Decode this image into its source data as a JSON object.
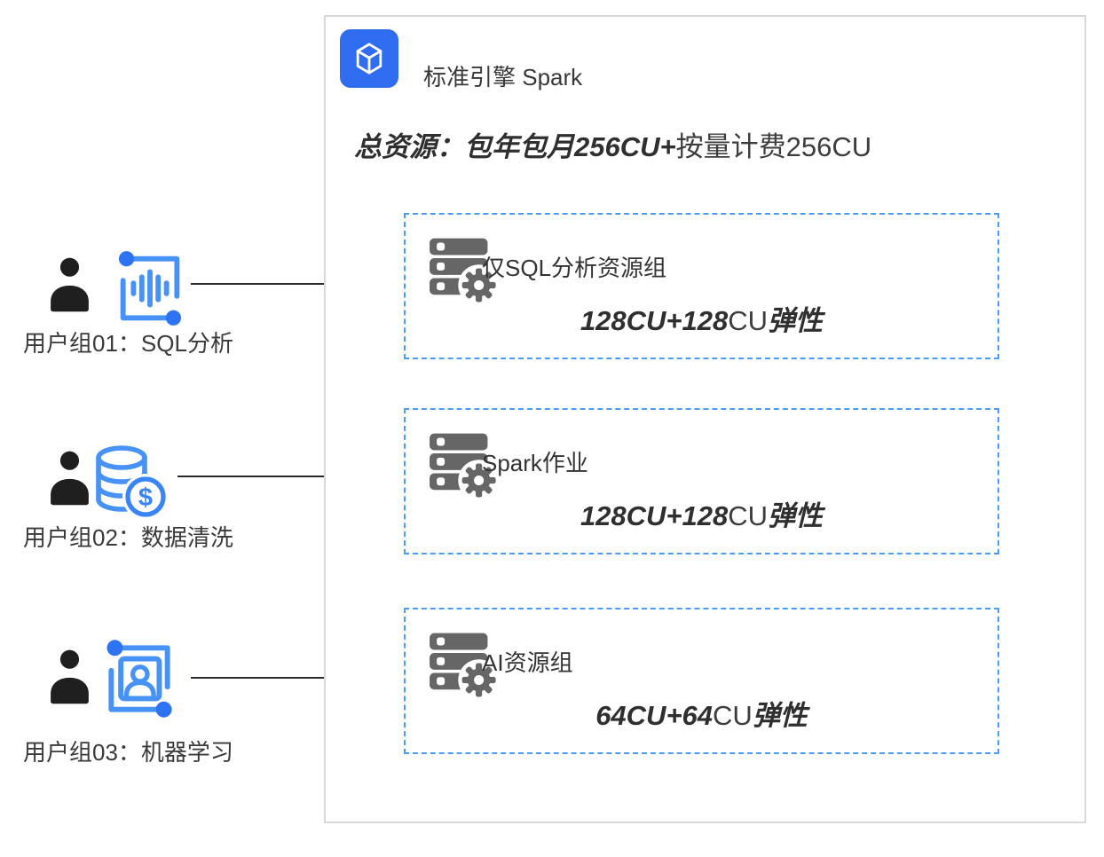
{
  "header": {
    "engine_name": "标准引擎 Spark"
  },
  "total": {
    "emphasis": "总资源：包年包月256CU+",
    "regular": "按量计费256CU"
  },
  "resource_groups": [
    {
      "name": "仅SQL分析资源组",
      "cu_em1": "128CU+128",
      "cu_plain": "CU",
      "cu_em2": "弹性"
    },
    {
      "name": "Spark作业",
      "cu_em1": "128CU+128",
      "cu_plain": "CU",
      "cu_em2": "弹性"
    },
    {
      "name": "AI资源组",
      "cu_em1": "64CU+64",
      "cu_plain": "CU",
      "cu_em2": "弹性"
    }
  ],
  "user_groups": [
    {
      "label": "用户组01：SQL分析"
    },
    {
      "label": "用户组02：数据清洗"
    },
    {
      "label": "用户组03：机器学习"
    }
  ],
  "icons": {
    "engine": "cube-icon",
    "group1": "sql-analysis-icon",
    "group2": "data-cleaning-icon",
    "group3": "machine-learning-icon",
    "resource": "server-gear-icon",
    "user": "person-icon"
  },
  "colors": {
    "engine_icon_blue": "#2f6cf0",
    "dashed_border_blue": "#4a9df6",
    "icon_stroke_blue": "#4792f6",
    "icon_dot_blue": "#2e74f2",
    "server_gray": "#666666",
    "arrow_black": "#2b2b2b",
    "text_dark": "#333333",
    "container_border": "#d9d9d9"
  }
}
